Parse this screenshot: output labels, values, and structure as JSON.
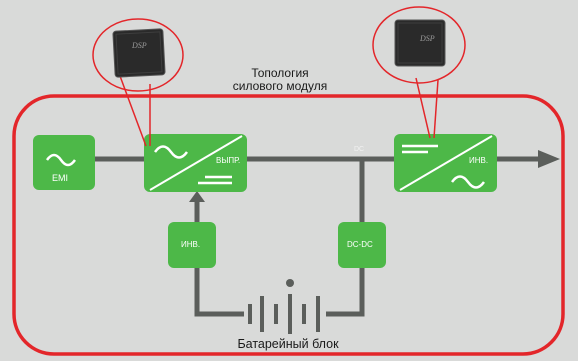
{
  "diagram": {
    "title_line1": "Топология",
    "title_line2": "силового модуля",
    "bottom_label": "Батарейный блок",
    "dc_label": "DC",
    "chip_label": "DSP"
  },
  "blocks": {
    "emi": "EMI",
    "rectifier": "ВЫПР.",
    "inverter_main": "ИНВ.",
    "inverter_aux": "ИНВ.",
    "dcdc": "DC-DC"
  },
  "colors": {
    "background": "#d9dad9",
    "frame_red": "#e3262a",
    "block_green": "#4db848",
    "wire_grey": "#5b5e5b",
    "chip_dark": "#2a2a2a"
  }
}
